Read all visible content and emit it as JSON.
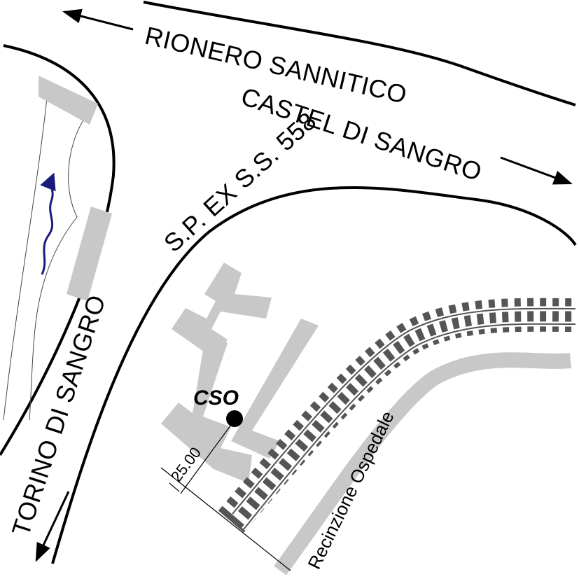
{
  "labels": {
    "rionero": "RIONERO SANNITICO",
    "castel": "CASTEL DI SANGRO",
    "sp": "S.P. EX S.S. 558",
    "torino": "TORINO DI SANGRO",
    "marker": "CSO",
    "fence": "Recinzione Ospedale",
    "distance": "25.00"
  },
  "colors": {
    "road_line": "#000000",
    "building": "#c8c8c8",
    "river": "#1a1a7a",
    "rail": "#555555"
  },
  "icons": {
    "marker": "filled-circle",
    "arrows": "direction-arrow"
  }
}
